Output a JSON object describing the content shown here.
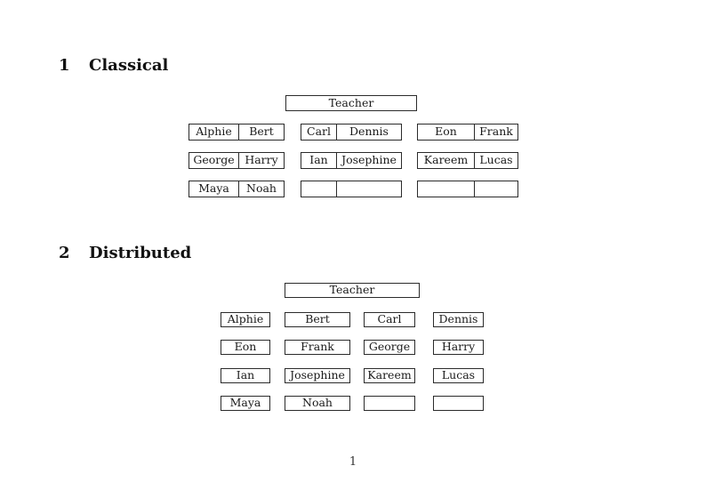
{
  "doc": {
    "page_number": "1",
    "colors": {
      "page_background": "#ffffff",
      "text": "#1a1a1a",
      "box_border": "#2b2b2b"
    },
    "sections": {
      "classical": {
        "number": "1",
        "title": "Classical",
        "teacher_label": "Teacher",
        "rows": [
          {
            "desks": [
              {
                "seats": [
                  "Alphie",
                  "Bert"
                ]
              },
              {
                "seats": [
                  "Carl",
                  "Dennis"
                ]
              },
              {
                "seats": [
                  "Eon",
                  "Frank"
                ]
              }
            ]
          },
          {
            "desks": [
              {
                "seats": [
                  "George",
                  "Harry"
                ]
              },
              {
                "seats": [
                  "Ian",
                  "Josephine"
                ]
              },
              {
                "seats": [
                  "Kareem",
                  "Lucas"
                ]
              }
            ]
          },
          {
            "desks": [
              {
                "seats": [
                  "Maya",
                  "Noah"
                ]
              },
              {
                "seats": [
                  "",
                  ""
                ]
              },
              {
                "seats": [
                  "",
                  ""
                ]
              }
            ]
          }
        ]
      },
      "distributed": {
        "number": "2",
        "title": "Distributed",
        "teacher_label": "Teacher",
        "rows": [
          {
            "desks": [
              "Alphie",
              "Bert",
              "Carl",
              "Dennis"
            ]
          },
          {
            "desks": [
              "Eon",
              "Frank",
              "George",
              "Harry"
            ]
          },
          {
            "desks": [
              "Ian",
              "Josephine",
              "Kareem",
              "Lucas"
            ]
          },
          {
            "desks": [
              "Maya",
              "Noah",
              "",
              ""
            ]
          }
        ]
      }
    }
  }
}
